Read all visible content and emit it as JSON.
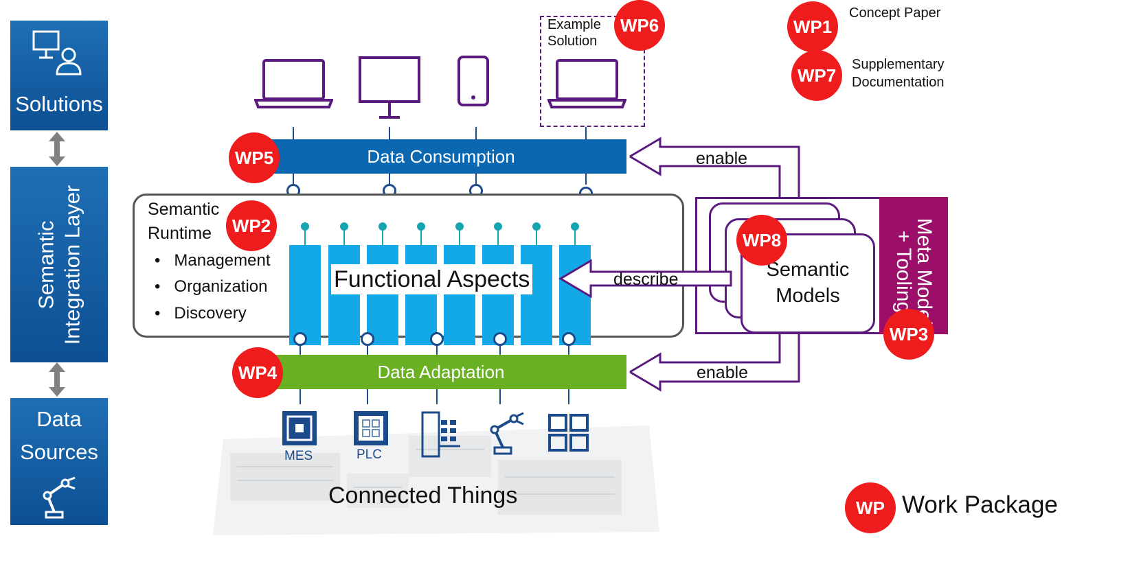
{
  "sidebar": {
    "solutions": "Solutions",
    "semantic_line1": "Semantic",
    "semantic_line2": "Integration Layer",
    "data_line1": "Data",
    "data_line2": "Sources"
  },
  "example_solution": {
    "line1": "Example",
    "line2": "Solution"
  },
  "bars": {
    "consumption": "Data Consumption",
    "adaptation": "Data Adaptation"
  },
  "runtime": {
    "title_line1": "Semantic",
    "title_line2": "Runtime",
    "bullets": [
      "Management",
      "Organization",
      "Discovery"
    ]
  },
  "functional_aspects": "Functional Aspects",
  "arrows": {
    "enable_top": "enable",
    "describe": "describe",
    "enable_bottom": "enable"
  },
  "semantic_models": {
    "line1": "Semantic",
    "line2": "Models"
  },
  "meta_model": {
    "line1": "Meta Model",
    "line2": "+ Tooling"
  },
  "badges": {
    "wp1": "WP1",
    "wp2": "WP2",
    "wp3": "WP3",
    "wp4": "WP4",
    "wp5": "WP5",
    "wp6": "WP6",
    "wp7": "WP7",
    "wp8": "WP8",
    "wp": "WP"
  },
  "legend": {
    "wp1_text": "Concept Paper",
    "wp7_line1": "Supplementary",
    "wp7_line2": "Documentation",
    "wp_text": "Work Package"
  },
  "devices": {
    "mes": "MES",
    "plc": "PLC"
  },
  "connected_things": "Connected Things",
  "colors": {
    "blue": "#0c67b1",
    "green": "#6ab023",
    "red": "#ee1c1c",
    "purple": "#5b1b7e",
    "magenta": "#9b0e6a",
    "cyan": "#13a8e6",
    "navy": "#1b4b8a"
  }
}
